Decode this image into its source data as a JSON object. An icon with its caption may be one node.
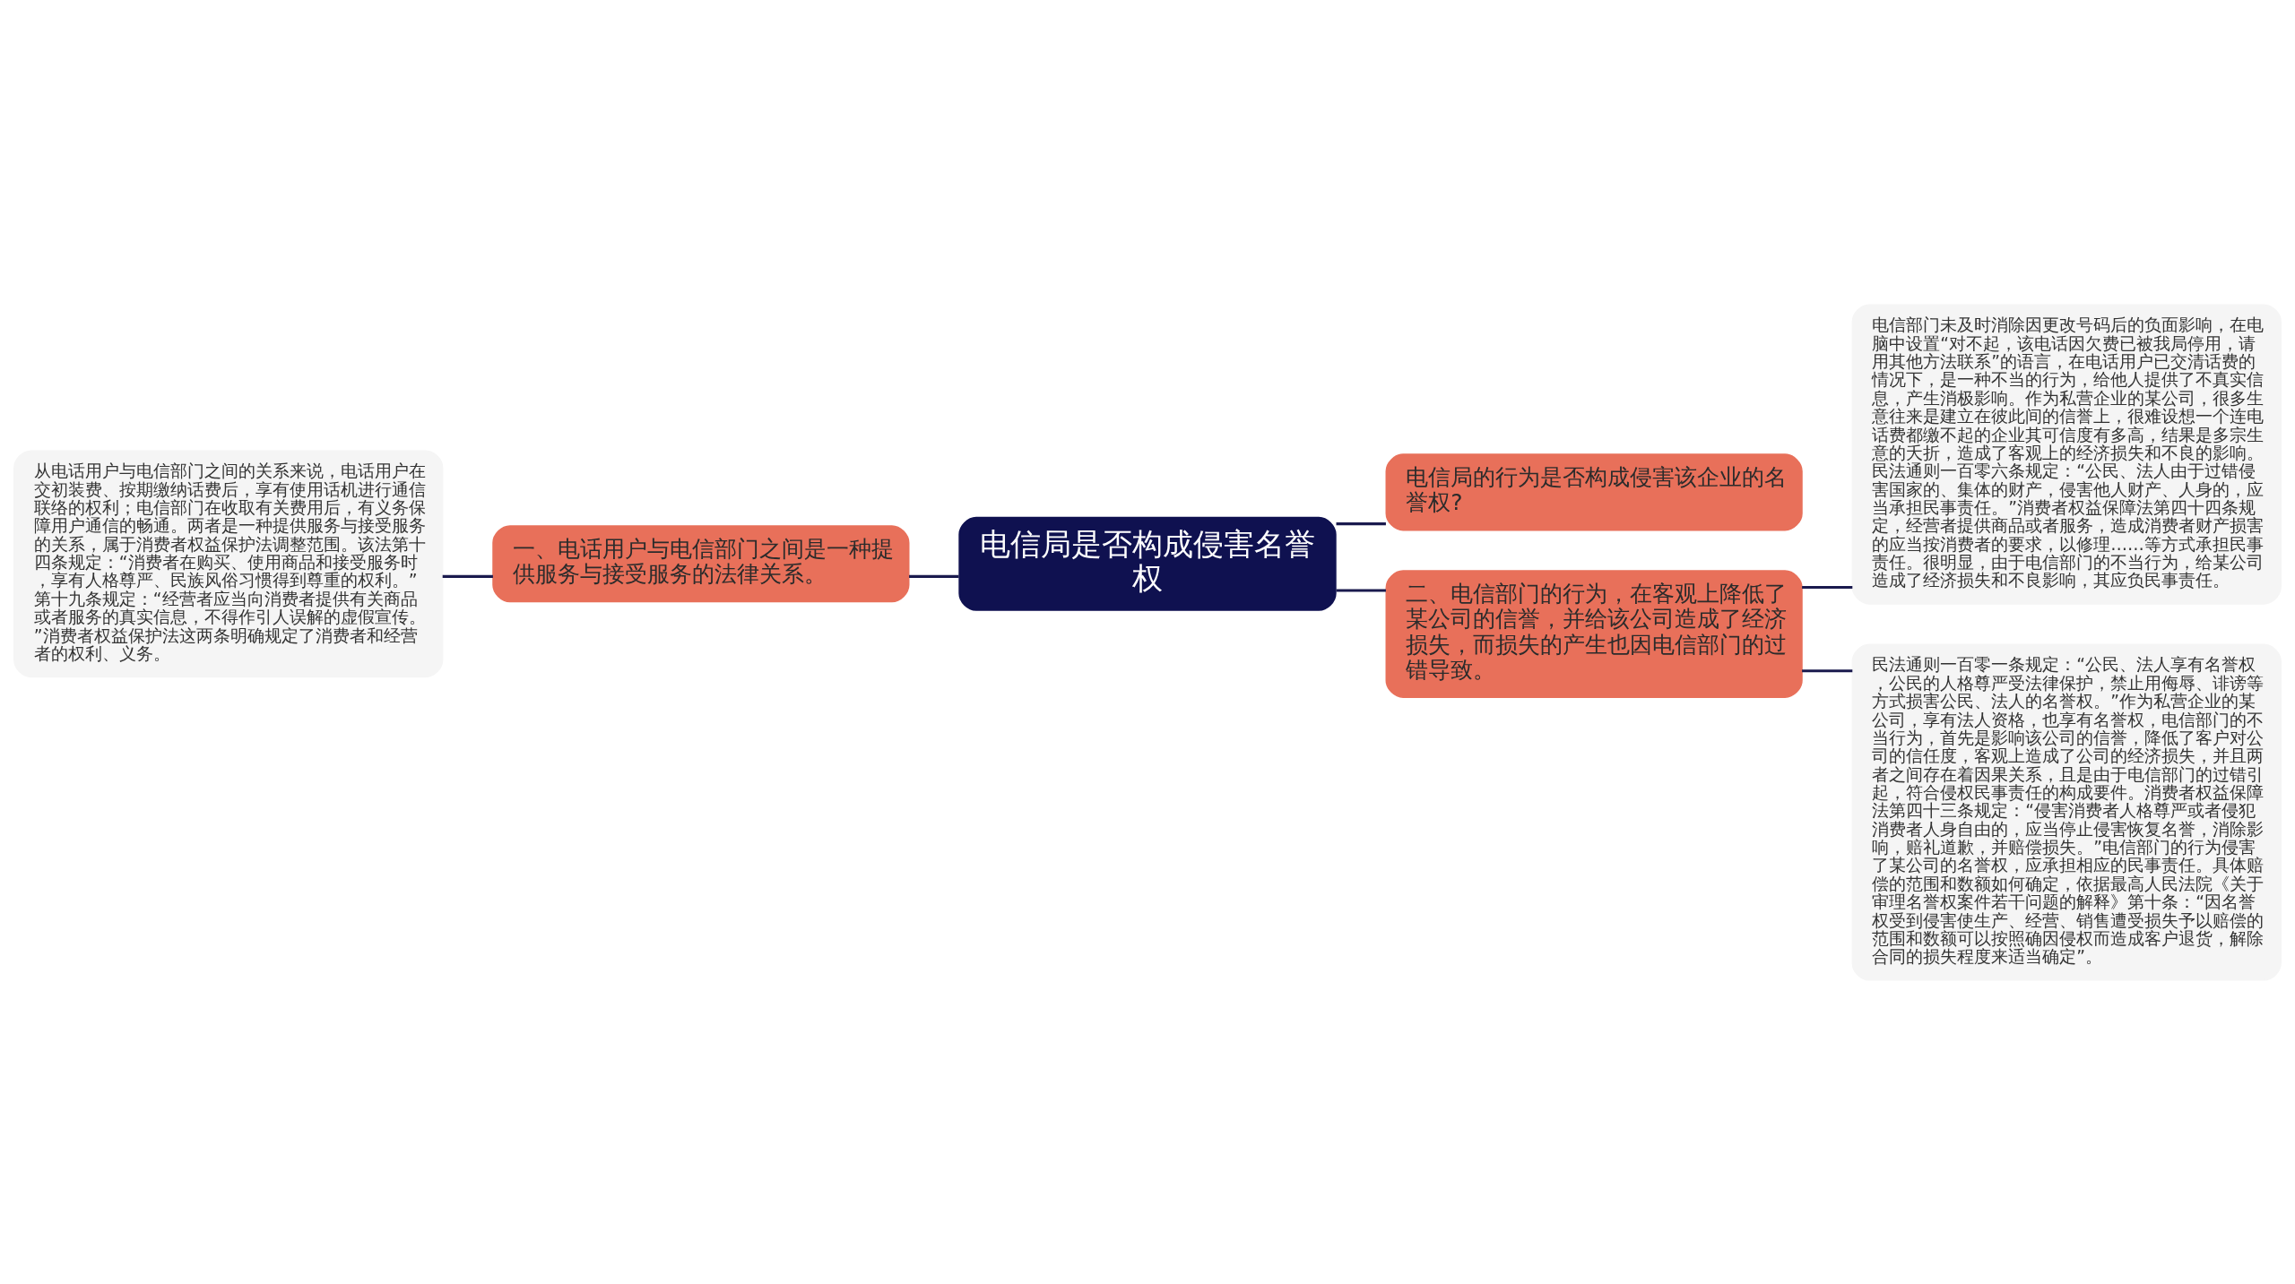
{
  "diagram": {
    "nodes": [
      {
        "text": [
          "电信局是否构成侵害名誉权"
        ]
      },
      {
        "text": [
          "一、电话用户与电信部门之间是一种提供服务与接受服务的法律关系。"
        ]
      },
      {
        "text": [
          "从电话用户与电信部门之间的关系来说，电话用户在交初装费、按期缴纳话费后，享有使用话机进行通信联络的权利；电信部门在收取有关费用后，有义务保障用户通信的畅通。两者是一种提供服务与接受服务的关系，属于消费者权益保护法调整范围。该法第十四条规定：“消费者在购买、使用商品和接受服务时，享有人格尊严、民族风俗习惯得到尊重的权利。”第十九条规定：“经营者应当向消费者提供有关商品或者服务的真实信息，不得作引人误解的虚假宣传。”消费者权益保护法这两条明确规定了消费者和经营者的权利、义务。"
        ]
      },
      {
        "text": [
          "电信局的行为是否构成侵害该企业的名誉权?"
        ]
      },
      {
        "text": [
          "二、电信部门的行为，在客观上降低了某公司的信誉，并给该公司造成了经济损失，而损失的产生也因电信部门的过错导致。"
        ]
      },
      {
        "text": [
          "电信部门未及时消除因更改号码后的负面影响，在电脑中设置“对不起，该电话因欠费已被我局停用，请用其他方法联系”的语言，在电话用户已交清话费的情况下，是一种不当的行为，给他人提供了不真实信息，产生消极影响。作为私营企业的某公司，很多生意往来是建立在彼此间的信誉上，很难设想一个连电话费都缴不起的企业其可信度有多高，结果是多宗生意的夭折，造成了客观上的经济损失和不良的影响。民法通则一百零六条规定：“公民、法人由于过错侵害国家的、集体的财产，侵害他人财产、人身的，应当承担民事责任。”消费者权益保障法第四十四条规定，经营者提供商品或者服务，造成消费者财产损害的应当按消费者的要求，以修理……等方式承担民事责任。很明显，由于电信部门的不当行为，给某公司造成了经济损失和不良影响，其应负民事责任。"
        ]
      },
      {
        "text": [
          "民法通则一百零一条规定：“公民、法人享有名誉权，公民的人格尊严受法律保护，禁止用侮辱、诽谤等方式损害公民、法人的名誉权。”作为私营企业的某公司，享有法人资格，也享有名誉权，电信部门的不当行为，首先是影响该公司的信誉，降低了客户对公司的信任度，客观上造成了公司的经济损失，并且两者之间存在着因果关系，且是由于电信部门的过错引起，符合侵权民事责任的构成要件。消费者权益保障法第四十三条规定：“侵害消费者人格尊严或者侵犯消费者人身自由的，应当停止侵害恢复名誉，消除影响，赔礼道歉，并赔偿损失。”电信部门的行为侵害了某公司的名誉权，应承担相应的民事责任。具体赔偿的范围和数额如何确定，依据最高人民法院《关于审理名誉权案件若干问题的解释》第十条：“因名誉权受到侵害使生产、经营、销售遭受损失予以赔偿的范围和数额可以按照确因侵权而造成客户退货，解除合同的损失程度来适当确定”。"
        ]
      }
    ],
    "edges": [
      {
        "from": 0,
        "to": 1,
        "arrow": "none"
      },
      {
        "from": 1,
        "to": 2,
        "arrow": "none"
      },
      {
        "from": 0,
        "to": 3,
        "arrow": "none"
      },
      {
        "from": 0,
        "to": 4,
        "arrow": "none"
      },
      {
        "from": 4,
        "to": 5,
        "arrow": "none"
      },
      {
        "from": 4,
        "to": 6,
        "arrow": "none"
      }
    ]
  }
}
